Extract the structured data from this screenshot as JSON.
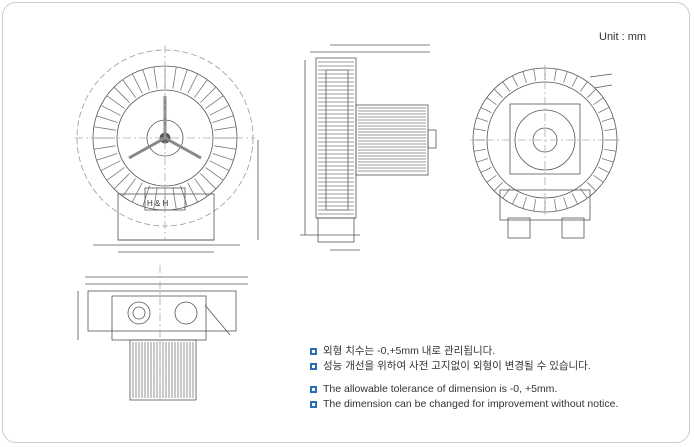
{
  "unit_label": "Unit : mm",
  "view_labels": {
    "h_and_h": "H & H"
  },
  "notes": [
    "외형 치수는 -0,+5mm 내로 관리됩니다.",
    "성능 개선을 위하여 사전 고지없이 외형이 변경될 수 있습니다.",
    "The allowable tolerance of dimension is -0, +5mm.",
    "The dimension can be changed for improvement without notice."
  ],
  "colors": {
    "bullet": "#2a6fb6",
    "line": "#555555",
    "frame": "#c9ccd0"
  }
}
